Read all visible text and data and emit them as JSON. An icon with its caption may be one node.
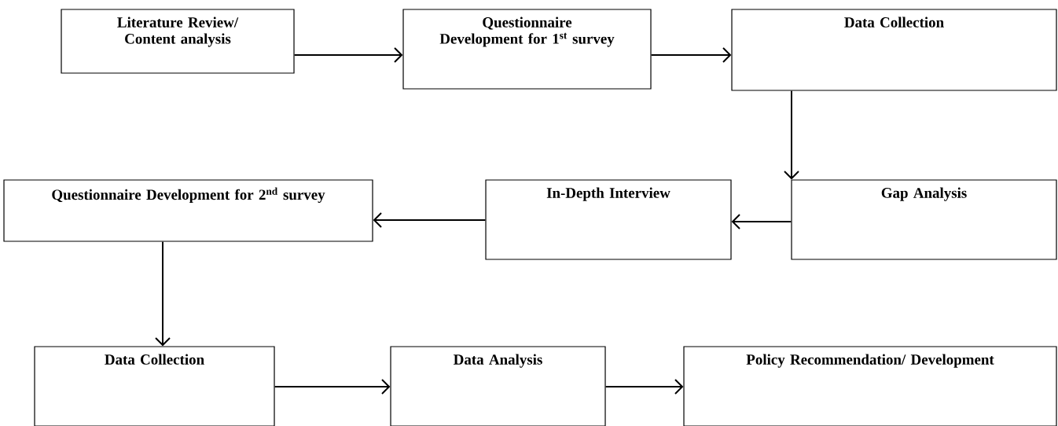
{
  "diagram": {
    "nodes": [
      {
        "text": [
          "Literature Review/ Content analysis"
        ]
      },
      {
        "text": [
          "Questionnaire Development for 1$^{st}$ survey"
        ]
      },
      {
        "text": [
          "Data Collection"
        ]
      },
      {
        "text": [
          "Gap Analysis"
        ]
      },
      {
        "text": [
          "In-Depth Interview"
        ]
      },
      {
        "text": [
          "Questionnaire Development for 2$^{nd}$  survey"
        ]
      },
      {
        "text": [
          "Data Collection"
        ]
      },
      {
        "text": [
          "Data Analysis"
        ]
      },
      {
        "text": [
          "Policy Recommendation/ Development"
        ]
      }
    ],
    "edges": [
      {
        "from": 0,
        "to": 1,
        "arrow": "to"
      },
      {
        "from": 1,
        "to": 2,
        "arrow": "to"
      },
      {
        "from": 2,
        "to": 3,
        "arrow": "to"
      },
      {
        "from": 3,
        "to": 4,
        "arrow": "to"
      },
      {
        "from": 4,
        "to": 5,
        "arrow": "to"
      },
      {
        "from": 5,
        "to": 6,
        "arrow": "to"
      },
      {
        "from": 6,
        "to": 7,
        "arrow": "to"
      },
      {
        "from": 7,
        "to": 8,
        "arrow": "to"
      }
    ]
  }
}
